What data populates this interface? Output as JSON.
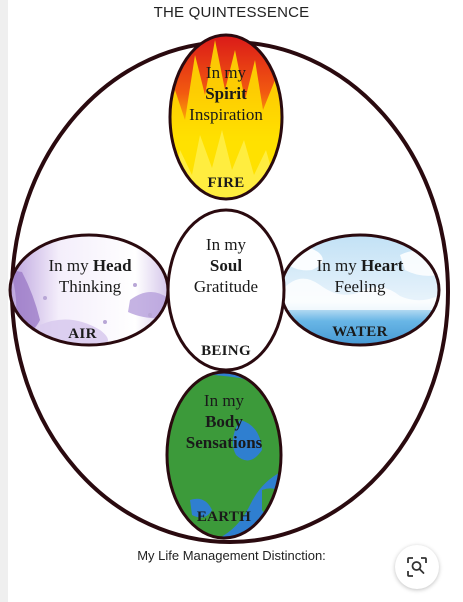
{
  "title": "THE QUINTESSENCE",
  "caption": "My Life Management Distinction:",
  "elements": {
    "fire": {
      "prefix": "In my",
      "bold": "Spirit",
      "line3": "Inspiration",
      "name": "FIRE"
    },
    "air": {
      "prefix": "In my",
      "bold": "Head",
      "line2": "Thinking",
      "name": "AIR"
    },
    "soul": {
      "prefix": "In my",
      "bold": "Soul",
      "line3": "Gratitude",
      "name": "BEING"
    },
    "water": {
      "prefix": "In my",
      "bold": "Heart",
      "line2": "Feeling",
      "name": "WATER"
    },
    "earth": {
      "prefix": "In my",
      "bold": "Body",
      "line3": "Sensations",
      "name": "EARTH"
    }
  },
  "icons": {
    "search": "visual-search-icon"
  },
  "colors": {
    "outline": "#2a0a0f",
    "fire_top": "#e22a1a",
    "fire_bottom": "#ffe500",
    "water": "#5aa9dd",
    "earth_land": "#3c9a3a",
    "earth_sea": "#2f7fd0",
    "air": "#c9b6e3"
  }
}
